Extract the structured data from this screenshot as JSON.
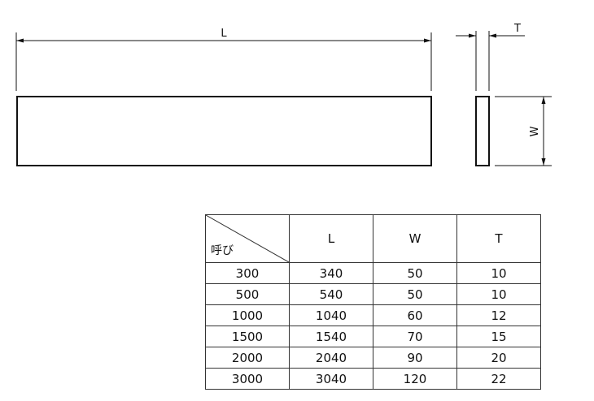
{
  "dimensions": {
    "length_label": "L",
    "thickness_label": "T",
    "width_label": "W"
  },
  "table": {
    "corner_label": "呼び",
    "headers": [
      "L",
      "W",
      "T"
    ],
    "rows": [
      [
        "300",
        "340",
        "50",
        "10"
      ],
      [
        "500",
        "540",
        "50",
        "10"
      ],
      [
        "1000",
        "1040",
        "60",
        "12"
      ],
      [
        "1500",
        "1540",
        "70",
        "15"
      ],
      [
        "2000",
        "2040",
        "90",
        "20"
      ],
      [
        "3000",
        "3040",
        "120",
        "22"
      ]
    ]
  },
  "colors": {
    "line": "#111111",
    "border": "#333333"
  }
}
